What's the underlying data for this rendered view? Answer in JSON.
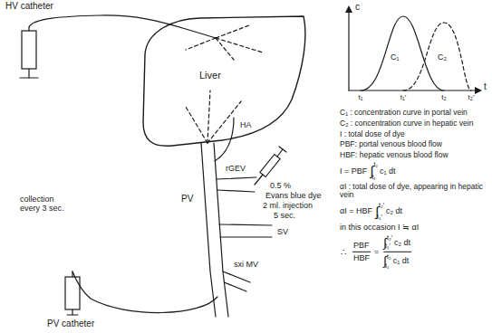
{
  "diagram": {
    "nodes": [
      {
        "text": [
          "Liver"
        ]
      }
    ],
    "labels": [
      "HV catheter",
      "HA",
      "rGEV",
      "0.5 %",
      "Evans blue dye",
      "2 ml. injection",
      "5 sec.",
      "PV",
      "SV",
      "sxi MV",
      "collection every 3 sec.",
      "PV catheter",
      "c",
      "t",
      "C₁",
      "C₂",
      "t₁",
      "t₁′",
      "t₂",
      "t₂′",
      "C₁ : concentration curve in portal vein",
      "C₂ : concentration curve in hepatic vein",
      "I : total dose of dye",
      "PBF: portal venous blood flow",
      "HBF: hepatic venous blood flow",
      "I = PBF",
      "∫",
      "t₂",
      "t₁",
      "c₁ dt",
      "αI : total dose of dye, appearing in hepatic vein",
      "αI = HBF",
      "∫",
      "t₂′",
      "t₁′",
      "c₂ dt",
      "in this occasion I ≒ αI",
      "∴",
      "PBF",
      "HBF",
      "=",
      "∫",
      "t₂′",
      "t₁′",
      "c₂ dt",
      "∫",
      "t₂",
      "t₁",
      "c₁ dt"
    ]
  }
}
